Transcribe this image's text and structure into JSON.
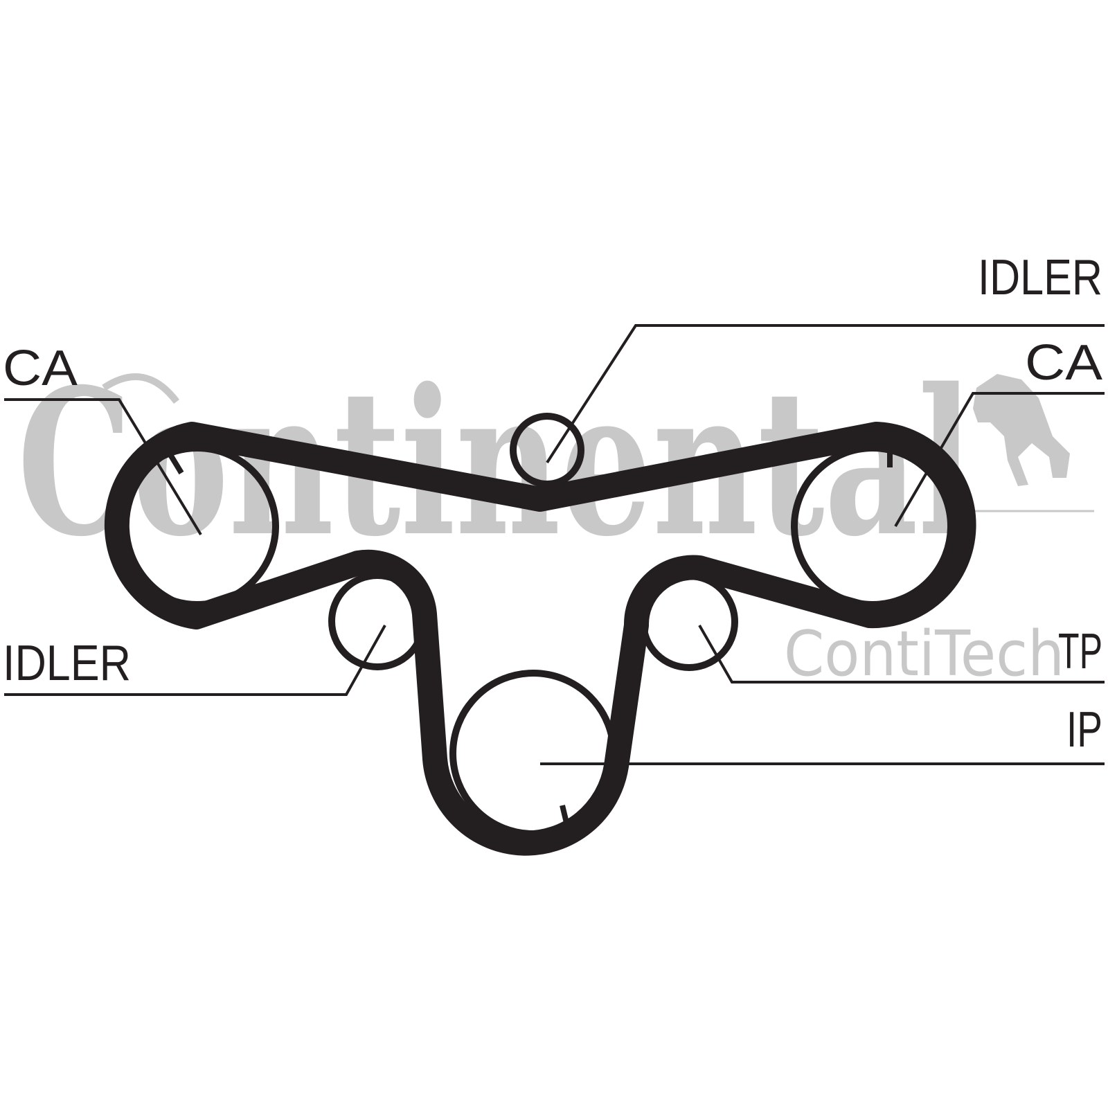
{
  "watermark": {
    "brand": "Continental",
    "sub_brand": "ContiTech"
  },
  "labels": {
    "ca_left": "CA",
    "ca_right": "CA",
    "idler_top": "IDLER",
    "idler_left": "IDLER",
    "tp": "TP",
    "ip": "IP"
  },
  "colors": {
    "belt": "#231f20",
    "ink": "#231f20",
    "watermark": "#c8c8c8",
    "background": "#ffffff"
  },
  "icons": {
    "brand_logo": "horse-icon"
  }
}
